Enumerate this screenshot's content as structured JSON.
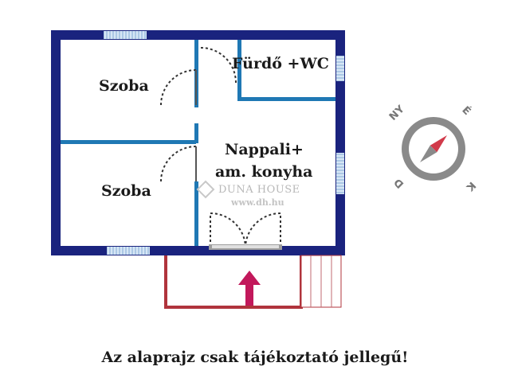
{
  "rooms": {
    "room1": "Szoba",
    "room2": "Szoba",
    "bathroom": "Fürdő +WC",
    "living_line1": "Nappali+",
    "living_line2": "am. konyha"
  },
  "watermark": {
    "brand": "DUNA HOUSE",
    "url": "www.dh.hu"
  },
  "compass": {
    "letters": [
      "É",
      "K",
      "D",
      "NY"
    ]
  },
  "disclaimer": "Az alaprajz csak tájékoztató jellegű!",
  "colors": {
    "outer_wall": "#1a237e",
    "inner_wall": "#1f78b4",
    "terrace": "#b0343c",
    "window": "#a9c8e8",
    "door_arc": "#333333"
  }
}
